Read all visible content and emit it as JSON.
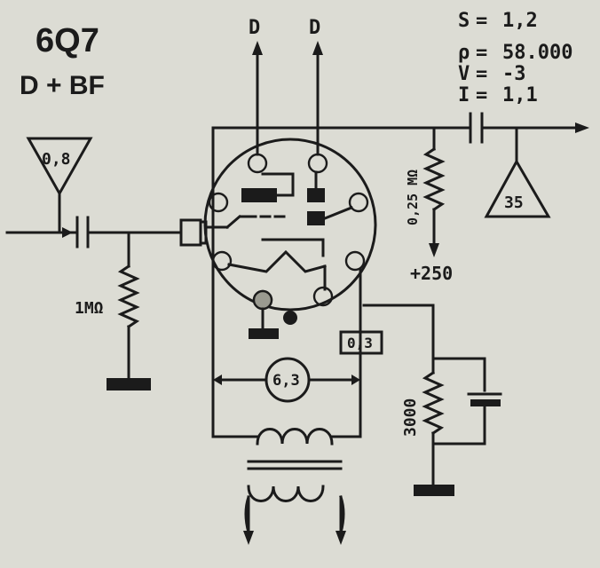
{
  "tube": {
    "name": "6Q7",
    "function": "D + BF"
  },
  "params": [
    {
      "sym": "S",
      "val": "1,2"
    },
    {
      "sym": "ρ",
      "val": "58.000"
    },
    {
      "sym": "V",
      "val": "-3"
    },
    {
      "sym": "I",
      "val": "1,1"
    }
  ],
  "labels": {
    "diode_out_1": "D",
    "diode_out_2": "D",
    "input_level": "0,8",
    "output_gain": "35",
    "grid_resistor": "1MΩ",
    "plate_resistor": "0,25 MΩ",
    "plate_supply": "+250",
    "cathode_resistor": "3000",
    "heater_current": "0,3",
    "heater_voltage": "6,3"
  }
}
